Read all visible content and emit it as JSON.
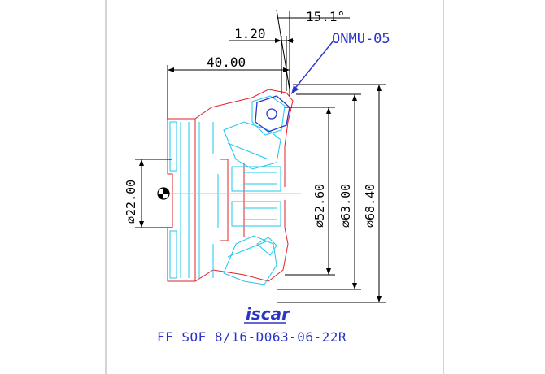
{
  "drawing": {
    "title": "FF SOF 8/16-D063-06-22R",
    "insert_code": "ONMU-05",
    "brand_logo_text": "iscar",
    "colors": {
      "background": "#ffffff",
      "frame": "#a8a8a8",
      "dimension": "#000000",
      "body_outline": "#e0202a",
      "inner_detail": "#1ec8ee",
      "insert": "#2a35c8",
      "centerline": "#e8d020"
    },
    "dimensions": {
      "angle": "15.1°",
      "chamfer": "1.20",
      "length": "40.00",
      "bore": "⌀22.00",
      "d1": "⌀52.60",
      "d2": "⌀63.00",
      "d3": "⌀68.40"
    }
  }
}
